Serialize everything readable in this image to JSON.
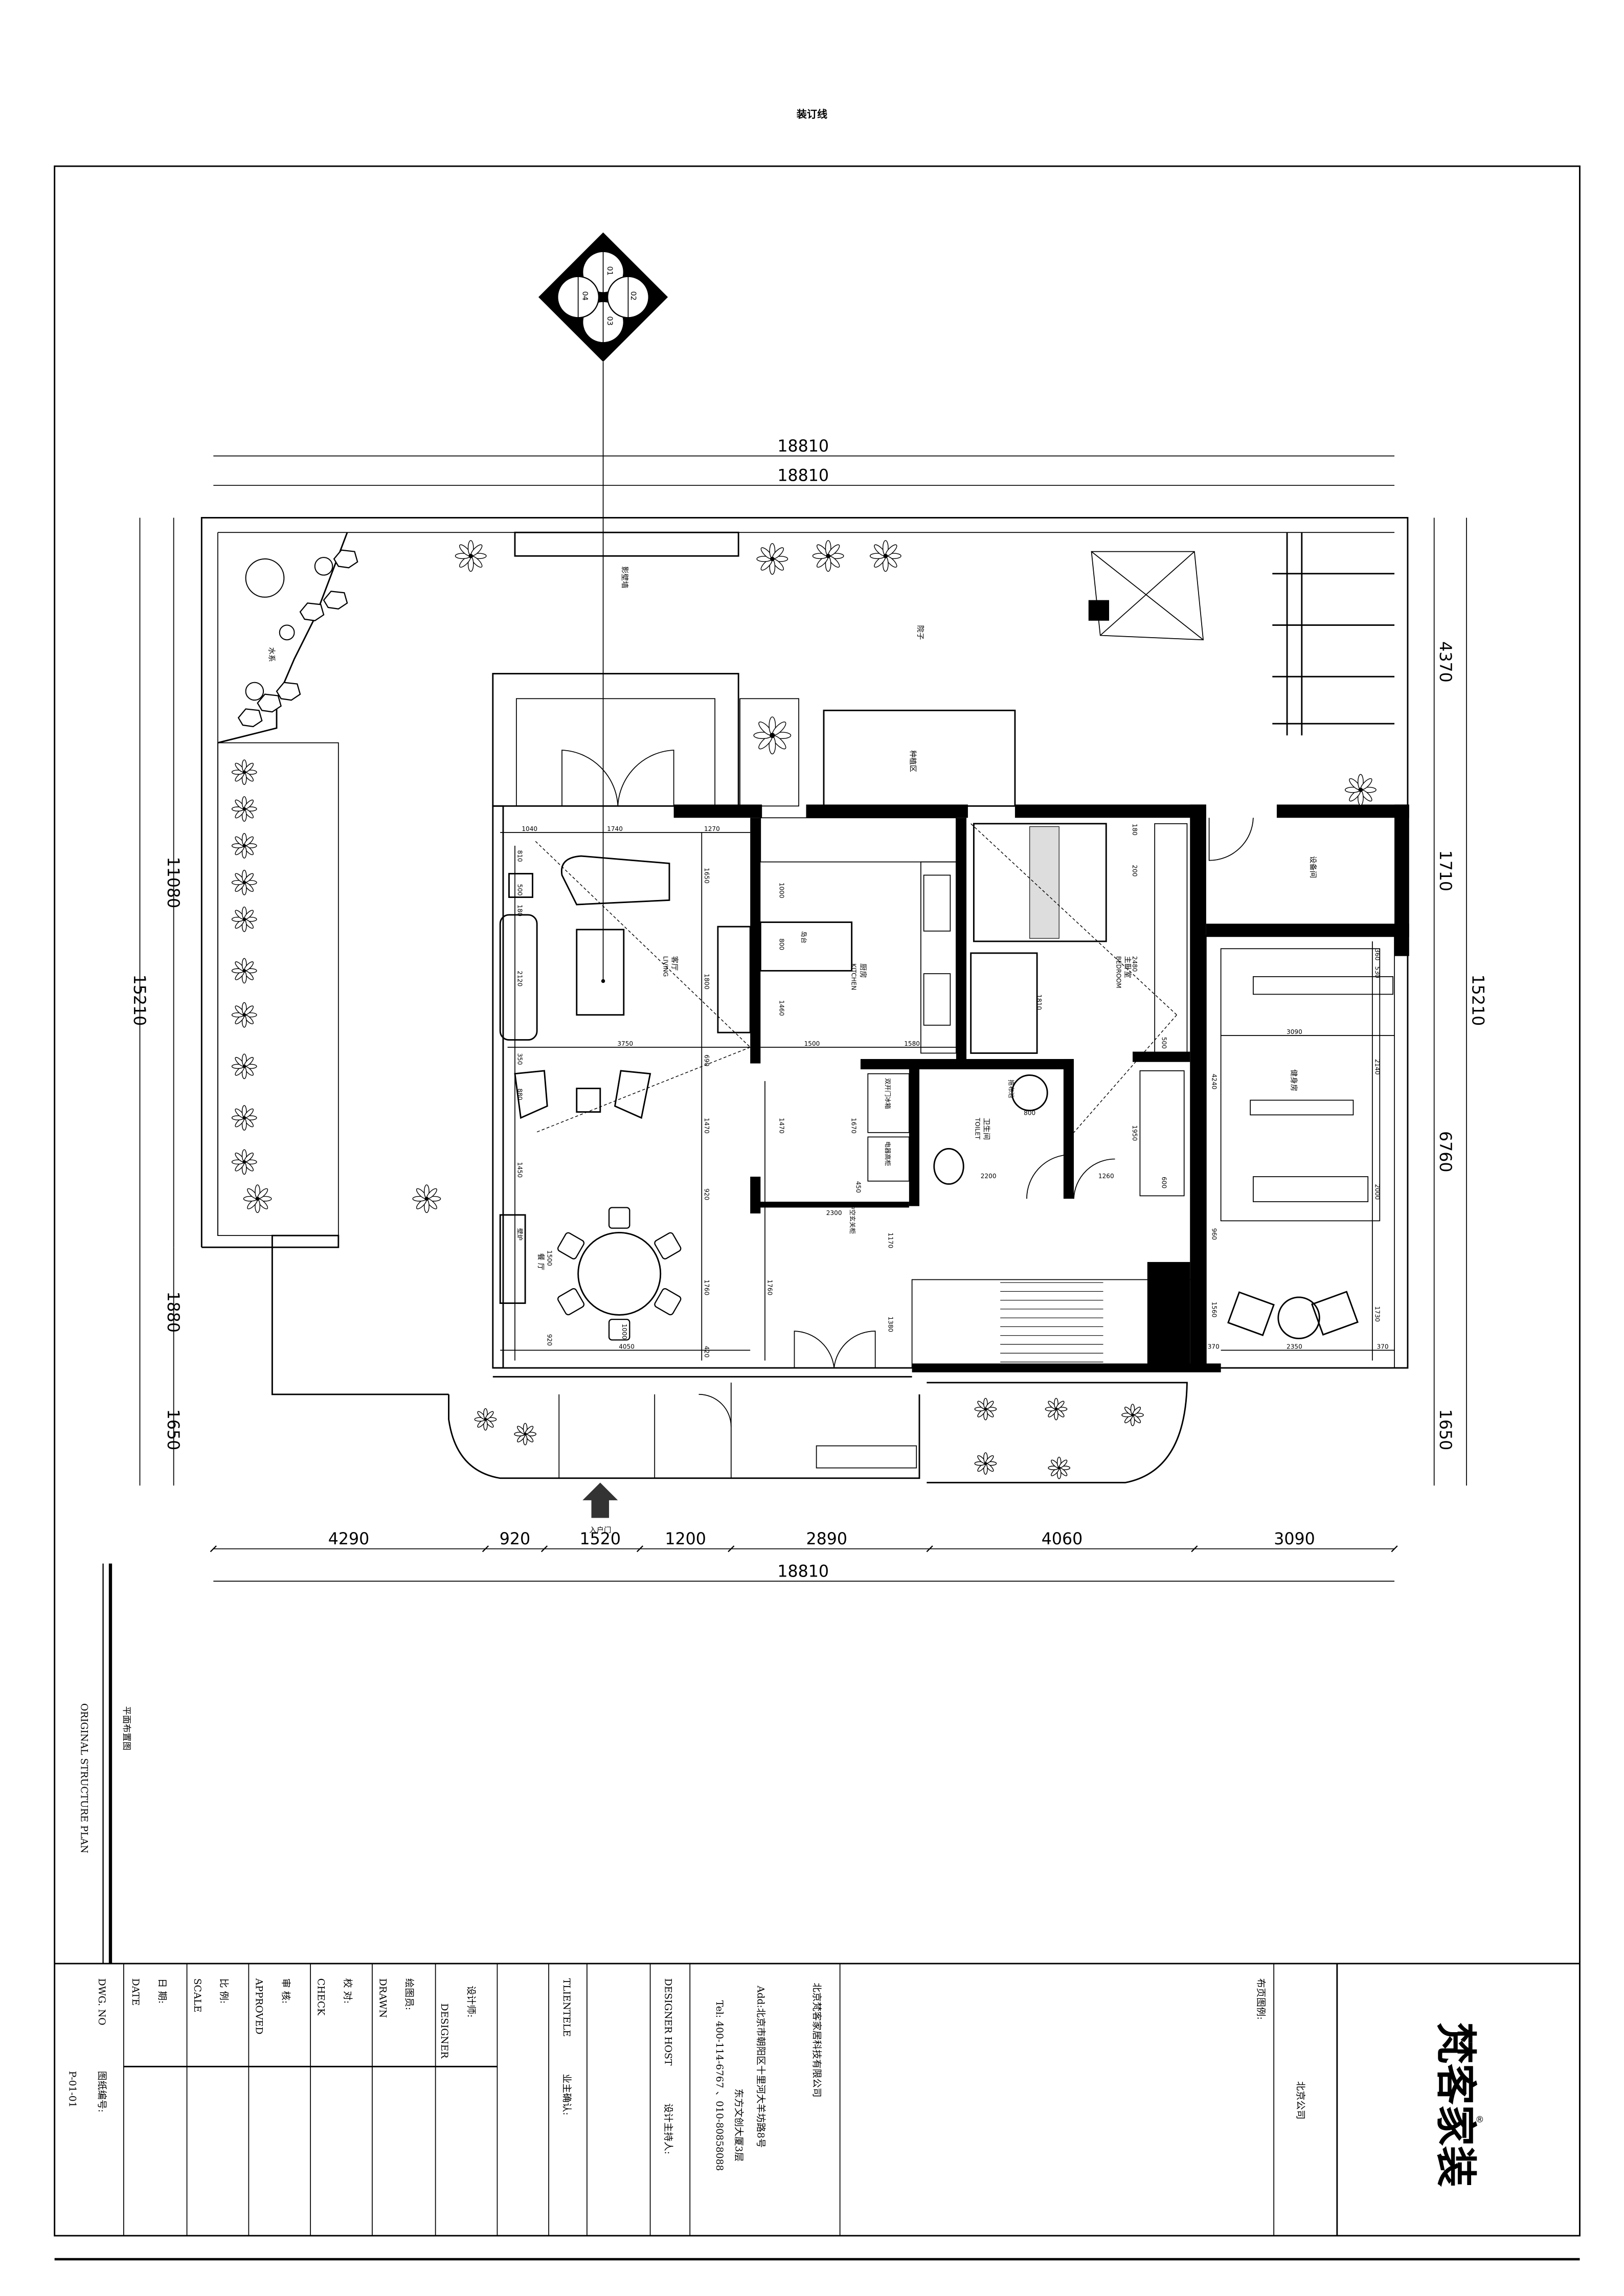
{
  "header": {
    "binding_line": "装订线"
  },
  "compass": {
    "labels": [
      "01",
      "02",
      "03",
      "04"
    ]
  },
  "plan": {
    "overall": {
      "top_1": "18810",
      "top_2": "18810",
      "bottom_total": "18810",
      "left_11080": "11080",
      "left_15210": "15210",
      "left_1880": "1880",
      "left_1650": "1650",
      "right_4370": "4370",
      "right_1710": "1710",
      "right_15210": "15210",
      "right_6760": "6760",
      "right_1650": "1650",
      "bottom": [
        "4290",
        "920",
        "1520",
        "1200",
        "2890",
        "4060",
        "3090"
      ]
    },
    "rooms": {
      "yard": "院子",
      "planting": "种植区",
      "screen_wall": "影壁墙",
      "water": "水系",
      "living_cn": "客厅",
      "living_en": "LIVING",
      "kitchen_cn": "厨房",
      "kitchen_en": "KITCHEN",
      "bedroom_cn": "主卧室",
      "bedroom_en": "BEDROOM",
      "toilet_cn": "卫生间",
      "toilet_en": "TOILET",
      "equipment": "设备间",
      "gym": "健身房",
      "dining": "餐 厅",
      "fireplace": "壁炉",
      "entry_cabinet": "中空玄关柜",
      "entrance": "入户门",
      "mop_sink": "拖布池",
      "fridge": "双开门冰箱",
      "tall_cabinet": "电器高柜",
      "island": "岛台"
    },
    "dims": {
      "living": [
        "1040",
        "1740",
        "1270",
        "810",
        "500",
        "180",
        "2120",
        "880",
        "1450",
        "350",
        "3750",
        "1650",
        "1800",
        "690",
        "1470",
        "920"
      ],
      "kitchen": [
        "1000",
        "800",
        "1460",
        "1500",
        "1580",
        "1470",
        "1670"
      ],
      "bedroom": [
        "180",
        "200",
        "1810",
        "2480",
        "500",
        "1950",
        "4240",
        "600"
      ],
      "toilet": [
        "800",
        "2200",
        "1260",
        "450",
        "2300"
      ],
      "dining": [
        "1500",
        "920",
        "1760",
        "1000",
        "4050",
        "420",
        "1760",
        "1170",
        "1380"
      ],
      "gym": [
        "3090",
        "360",
        "530",
        "2140",
        "2000",
        "1730",
        "4240",
        "960",
        "1560",
        "370",
        "2350",
        "370"
      ]
    }
  },
  "side_title": {
    "en": "ORIGINAL  STRUCTURE  PLAN",
    "cn": "平面布置图"
  },
  "title_block": {
    "dwg_no_label": "DWG. NO",
    "dwg_no_cn": "图纸编号:",
    "dwg_no_value": "P-01-01",
    "date_label": "DATE",
    "date_cn": "日    期:",
    "scale_label": "SCALE",
    "scale_cn": "比    例:",
    "approved_label": "APPROVED",
    "approved_cn": "审    核:",
    "check_label": "CHECK",
    "check_cn": "校    对:",
    "drawn_label": "DRAWN",
    "drawn_cn": "绘图员:",
    "designer_cn": "设计师:",
    "designer_label": "DESIGNER",
    "client_label": "TLIENTELE",
    "client_cn": "业主确认:",
    "host_label": "DESIGNER  HOST",
    "host_cn": "设计主持人:",
    "company": "北京梵客家居科技有限公司",
    "address_1": "Add:北京市朝阳区十里河大羊坊路8号",
    "address_2": "东方文创大厦3层",
    "tel": "Tel: 400-114-6767 、010-80858088",
    "legend": "布页图例:",
    "branch": "北京公司",
    "logo": "梵客家装"
  }
}
